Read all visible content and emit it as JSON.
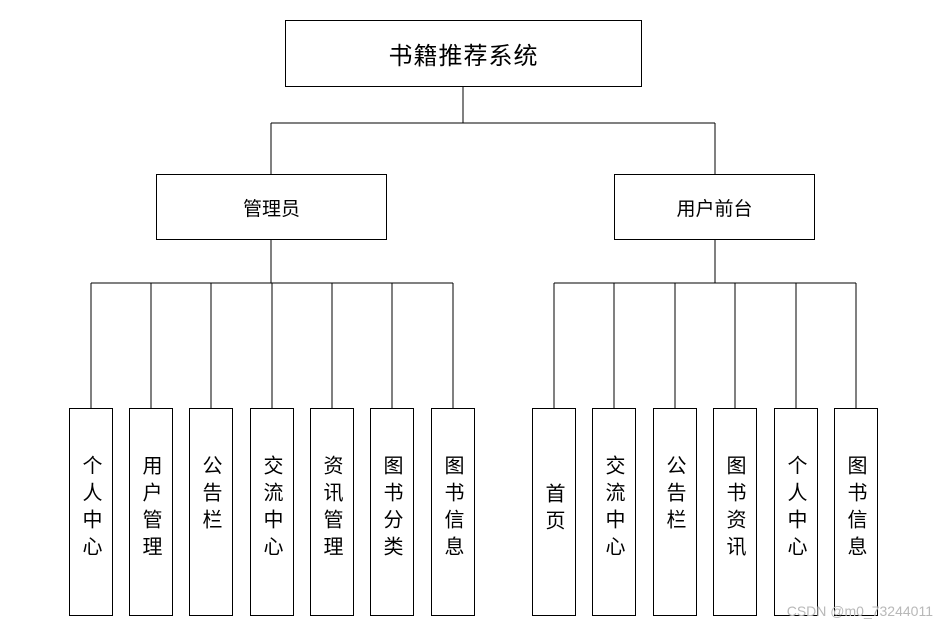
{
  "root": {
    "label": "书籍推荐系统"
  },
  "admin": {
    "label": "管理员",
    "children": [
      "个人中心",
      "用户管理",
      "公告栏",
      "交流中心",
      "资讯管理",
      "图书分类",
      "图书信息"
    ]
  },
  "front": {
    "label": "用户前台",
    "children": [
      "首页",
      "交流中心",
      "公告栏",
      "图书资讯",
      "个人中心",
      "图书信息"
    ]
  },
  "watermark": "CSDN @m0_73244011"
}
